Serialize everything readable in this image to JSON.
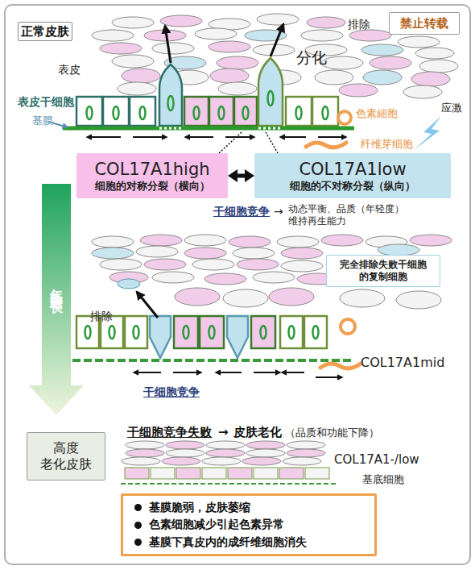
{
  "diagram": {
    "nodes": [
      {
        "text": [
          "正常皮肤"
        ]
      },
      {
        "text": [
          "禁止转载"
        ]
      },
      {
        "text": [
          "COL17A1high",
          "细胞的对称分裂（横向）"
        ]
      },
      {
        "text": [
          "COL17A1low",
          "细胞的不对称分裂（纵向）"
        ]
      },
      {
        "text": [
          "完全排除失败干细胞 的复制细胞"
        ]
      },
      {
        "text": [
          "高度 老化皮肤"
        ]
      },
      {
        "text": [
          "基膜脆弱，皮肤萎缩",
          "色素细胞减少引起色素异常",
          "基膜下真皮内的成纤维细胞消失"
        ]
      }
    ],
    "edges": [
      {
        "from": 2,
        "to": 3,
        "arrow": "both"
      }
    ],
    "labels": [
      "排除",
      "表皮",
      "分化",
      "表皮干细胞",
      "基膜",
      "色素細胞",
      "应激",
      "纤维芽细胞",
      "干细胞竞争",
      "→",
      "动态平衡、品质（年轻度） 维持再生能力",
      "年龄增长",
      "排除",
      "COL17A1mid",
      "干细胞竞争",
      "干细胞竞争失败",
      "→",
      "皮肤老化",
      "（品质和功能下降）",
      "COL17A1-/low",
      "基底细胞"
    ]
  }
}
